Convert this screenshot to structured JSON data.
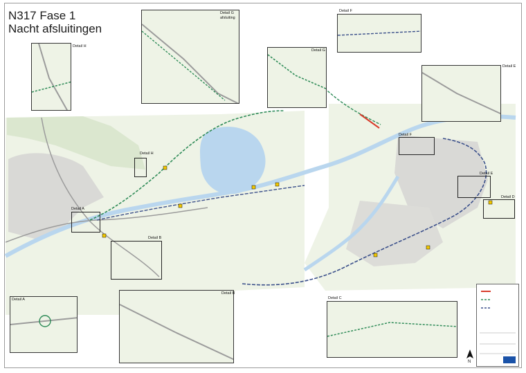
{
  "title": {
    "line1": "N317 Fase 1",
    "line2": "Nacht afsluitingen"
  },
  "map_details": {
    "A": "Detail A",
    "B": "Detail B",
    "C": "Detail C",
    "D": "Detail D",
    "E": "Detail E",
    "F": "Detail F",
    "G": "Detail G",
    "H": "Detail H"
  },
  "insets": {
    "h": "Detail H",
    "g_top_line1": "Detail G",
    "g_top_line2": "afsluiting",
    "g_right": "Detail G",
    "f": "Detail F",
    "e": "Detail E",
    "a": "Detail A",
    "b": "Detail B",
    "c": "Detail C"
  },
  "north_arrow": "N",
  "colors": {
    "route_green": "#2e8b57",
    "route_blue": "#3a4f8a",
    "closure_red": "#d83a2a",
    "water": "#b9d6ee",
    "land": "#eef3e6",
    "urban": "#d9d9d6",
    "sign_yellow": "#f2c800"
  }
}
